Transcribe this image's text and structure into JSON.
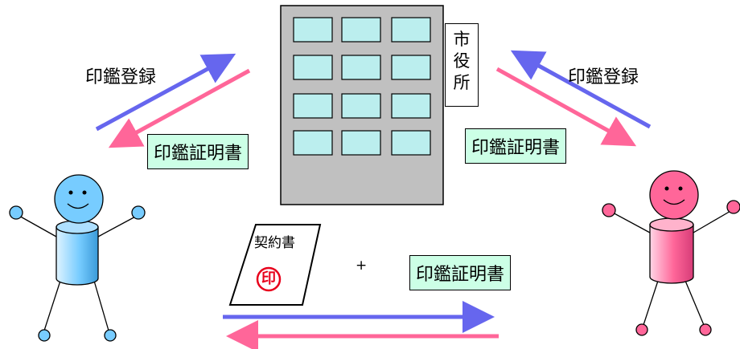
{
  "labels": {
    "registration_left": "印鑑登録",
    "registration_right": "印鑑登録",
    "certificate_left": "印鑑証明書",
    "certificate_right": "印鑑証明書",
    "certificate_bottom": "印鑑証明書",
    "city_hall": "市\n役\n所",
    "contract": "契約書",
    "seal": "印",
    "plus": "+"
  },
  "colors": {
    "blue_arrow": "#6666ee",
    "pink_arrow": "#ff6699",
    "person_blue": "#77ccff",
    "person_pink": "#ff6699",
    "certificate_bg": "#ccffe6",
    "building": "#c0c0c0",
    "window": "#bbeeee",
    "seal_red": "#e8001c"
  }
}
